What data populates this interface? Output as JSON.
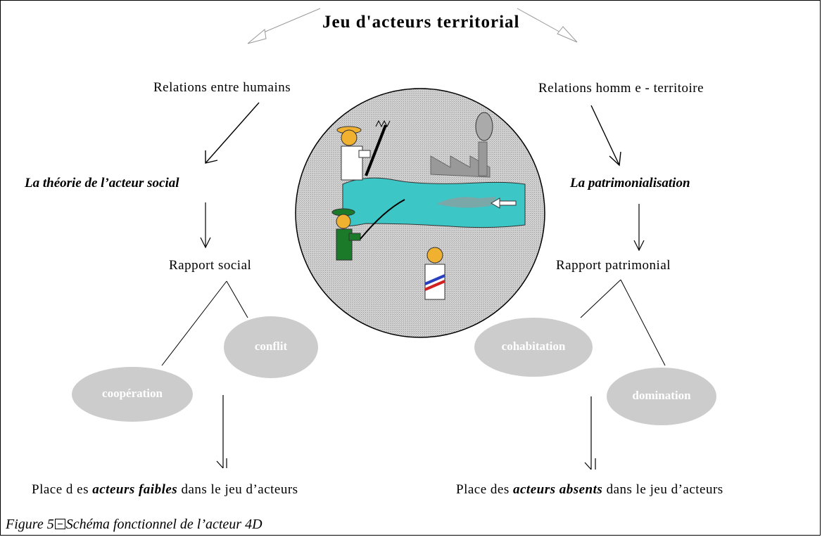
{
  "title": "Jeu d'acteurs territorial",
  "left": {
    "relations": "Relations entre humains",
    "theory": "La théorie de l’acteur    social",
    "report": "Rapport social",
    "bubbles": [
      "conflit",
      "coopération"
    ],
    "place": {
      "before": "Place d es ",
      "emphasis": "acteurs faibles",
      "after": "  dans le jeu d’acteurs"
    }
  },
  "right": {
    "relations": "Relations homm e   - territoire",
    "theory": "La patrimonialisation",
    "report": "Rapport patrimonial",
    "bubbles": [
      "cohabitation",
      "domination"
    ],
    "place": {
      "before": "Place des  ",
      "emphasis": "acteurs absents",
      "after": "  dans le jeu d’acteurs"
    }
  },
  "caption": {
    "prefix": "Figure 5",
    "text": "Schéma fonctionnel de l’acteur 4D"
  },
  "colors": {
    "bubble_fill": "#cccccc",
    "circle_fill": "#c8c8c8",
    "river": "#3cc6c6",
    "fisherman": "#1a7a2a",
    "hat": "#f0b030",
    "factory": "#999999"
  }
}
